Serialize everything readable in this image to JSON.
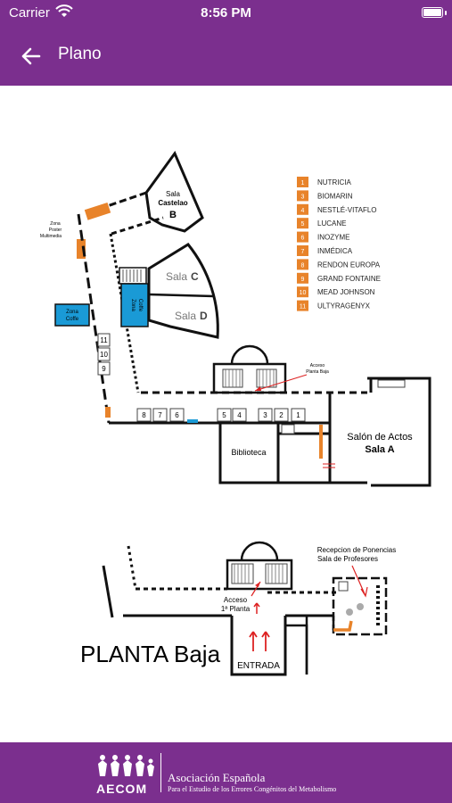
{
  "status_bar": {
    "carrier": "Carrier",
    "time": "8:56 PM"
  },
  "navbar": {
    "title": "Plano",
    "back_icon": "arrow-left-icon"
  },
  "map": {
    "legend": [
      {
        "num": "1",
        "name": "NUTRICIA"
      },
      {
        "num": "3",
        "name": "BIOMARIN"
      },
      {
        "num": "4",
        "name": "NESTLÉ-VITAFLO"
      },
      {
        "num": "5",
        "name": "LUCANE"
      },
      {
        "num": "6",
        "name": "INOZYME"
      },
      {
        "num": "7",
        "name": "INMÉDICA"
      },
      {
        "num": "8",
        "name": "RENDON EUROPA"
      },
      {
        "num": "9",
        "name": "GRAND FONTAINE"
      },
      {
        "num": "10",
        "name": "MEAD JOHNSON"
      },
      {
        "num": "11",
        "name": "ULTYRAGENYX"
      }
    ],
    "rooms": {
      "sala_b_1": "Sala",
      "sala_b_2": "Castelao",
      "sala_b_3": "B",
      "sala_c_1": "Sala",
      "sala_c_2": "C",
      "sala_d_1": "Sala",
      "sala_d_2": "D",
      "poster_1": "Zona",
      "poster_2": "Poster",
      "poster_3": "Multimedia",
      "cafe_left_1": "Zona",
      "cafe_left_2": "Coffe",
      "cafe_mid_1": "Zona",
      "cafe_mid_2": "Coffe",
      "acceso_pb_1": "Acceso",
      "acceso_pb_2": "Planta Baja",
      "biblioteca": "Biblioteca",
      "salon_1": "Salón de Actos",
      "salon_2": "Sala A",
      "recepcion_1": "Recepcion de Ponencias",
      "recepcion_2": "Sala de Profesores",
      "acceso_1p_1": "Acceso",
      "acceso_1p_2": "1ª Planta",
      "entrada": "ENTRADA",
      "planta": "PLANTA Baja"
    },
    "stands_left": [
      "11",
      "10",
      "9"
    ],
    "stands_row": [
      "8",
      "7",
      "6",
      "5",
      "4",
      "3",
      "2",
      "1"
    ],
    "accent_color": "#e8832a",
    "blue_color": "#1a9ad6"
  },
  "footer": {
    "logo_text": "AECOM",
    "org_line1": "Asociación Española",
    "org_line2": "Para el Estudio de los Errores Congénitos del Metabolismo"
  },
  "colors": {
    "header": "#7b2f8e",
    "footer": "#7b2f8e"
  }
}
